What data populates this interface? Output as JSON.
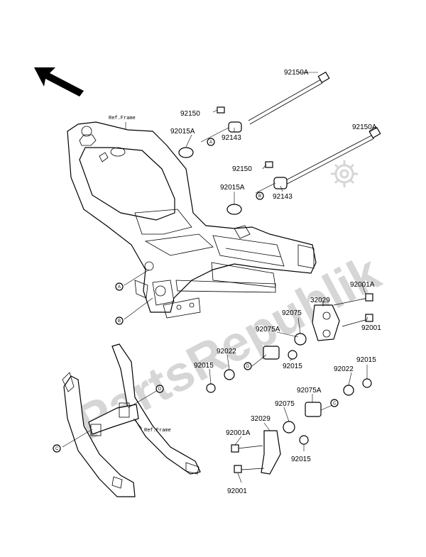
{
  "watermark": "PartsRepublik",
  "ref_labels": [
    "Ref.Frame",
    "Ref.Frame"
  ],
  "circle_labels": {
    "a": "A",
    "b": "B",
    "c": "C",
    "d": "D"
  },
  "callouts": [
    "92150A",
    "92150",
    "92015A",
    "92143",
    "92150A",
    "92150",
    "92015A",
    "92143",
    "92001A",
    "32029",
    "92075",
    "92075A",
    "92001",
    "92022",
    "92015",
    "92015",
    "92015",
    "92022",
    "92075A",
    "92075",
    "32029",
    "92001A",
    "92015",
    "92001"
  ],
  "icons": {
    "direction": "direction-arrow-icon",
    "gear": "gear-icon"
  },
  "colors": {
    "line": "#000000",
    "watermark": "#d6d6d6"
  }
}
